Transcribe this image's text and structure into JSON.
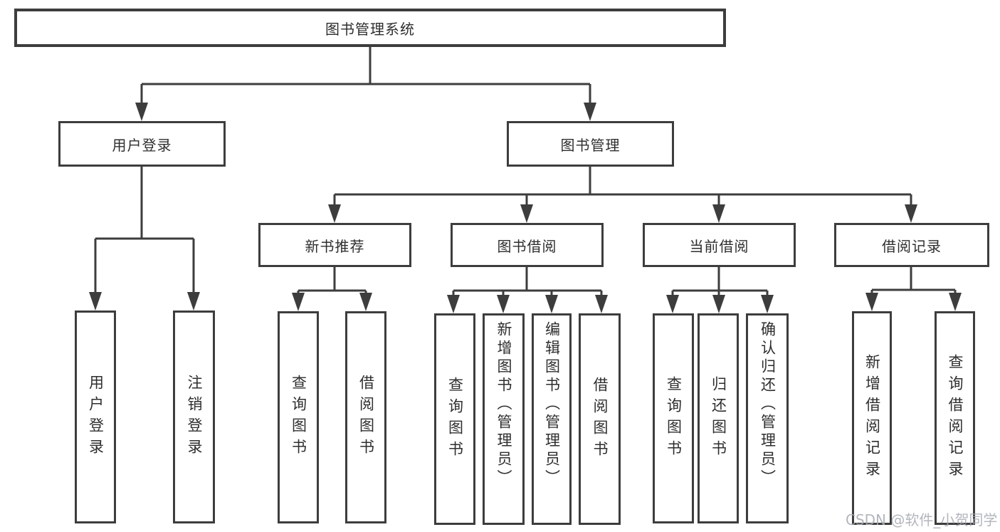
{
  "tree": {
    "root": "图书管理系统",
    "branches": [
      {
        "label": "用户登录",
        "children": [
          "用户登录",
          "注销登录"
        ]
      },
      {
        "label": "图书管理",
        "groups": [
          {
            "label": "新书推荐",
            "children": [
              "查询图书",
              "借阅图书"
            ]
          },
          {
            "label": "图书借阅",
            "children": [
              "查询图书",
              "新增图书（管理员）",
              "编辑图书（管理员）",
              "借阅图书"
            ]
          },
          {
            "label": "当前借阅",
            "children": [
              "查询图书",
              "归还图书",
              "确认归还（管理员）"
            ]
          },
          {
            "label": "借阅记录",
            "children": [
              "新增借阅记录",
              "查询借阅记录"
            ]
          }
        ]
      }
    ]
  },
  "watermark": {
    "text": "CSDN @软件_小贺同学"
  },
  "colors": {
    "line": "#3d3d3d",
    "box_background": "#ffffff",
    "text": "#2e2e2e",
    "watermark": "#a4a9b0"
  }
}
